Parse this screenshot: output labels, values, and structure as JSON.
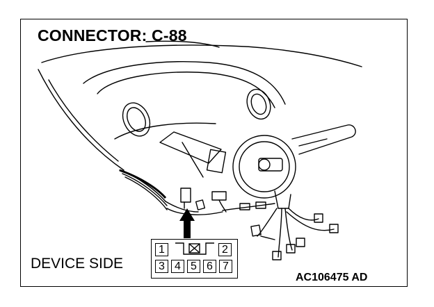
{
  "title": "CONNECTOR: C-88",
  "label_device_side": "DEVICE SIDE",
  "figure_id": "AC106475 AD",
  "connector": {
    "top_row": [
      "1",
      "2"
    ],
    "bottom_row": [
      "3",
      "4",
      "5",
      "6",
      "7"
    ]
  }
}
